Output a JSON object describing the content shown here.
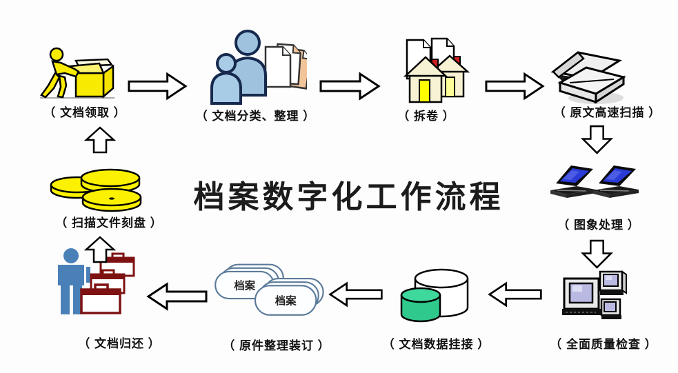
{
  "title": "档案数字化工作流程",
  "archive_pill_label": "档案",
  "stations": {
    "pickup": {
      "label": "（ 文档领取 ）"
    },
    "classify": {
      "label": "（ 文档分类、整理 ）"
    },
    "unbind": {
      "label": "（ 拆卷 ）"
    },
    "scan": {
      "label": "（ 原文高速扫描 ）"
    },
    "image_processing": {
      "label": "（ 图象处理 ）"
    },
    "quality": {
      "label": "（ 全面质量检查 ）"
    },
    "data_link": {
      "label": "（ 文档数据挂接 ）"
    },
    "binding": {
      "label": "（ 原件整理装订 ）"
    },
    "return": {
      "label": "（ 文档归还 ）"
    },
    "disc_burn": {
      "label": "（ 扫描文件刻盘 ）"
    }
  },
  "colors": {
    "background": "#fdfdfd",
    "title_text": "#1c1c1c",
    "label_text": "#111111",
    "worker_yellow": "#f8ea00",
    "disc_yellow": "#fbf100",
    "people_blue": "#9fc3de",
    "person_blue": "#4a80b8",
    "laptop_screen_blue": "#2b3bd6",
    "monitor_screen_lavender": "#b9b9e2",
    "database_green": "#2fc98c",
    "briefcase_red": "#7e1212",
    "house_cream": "#f7f2d4",
    "chimney_red": "#cc1f1f",
    "door_yellow": "#ffff00",
    "page_peach": "#f2c49a",
    "outline_black": "#000000"
  }
}
